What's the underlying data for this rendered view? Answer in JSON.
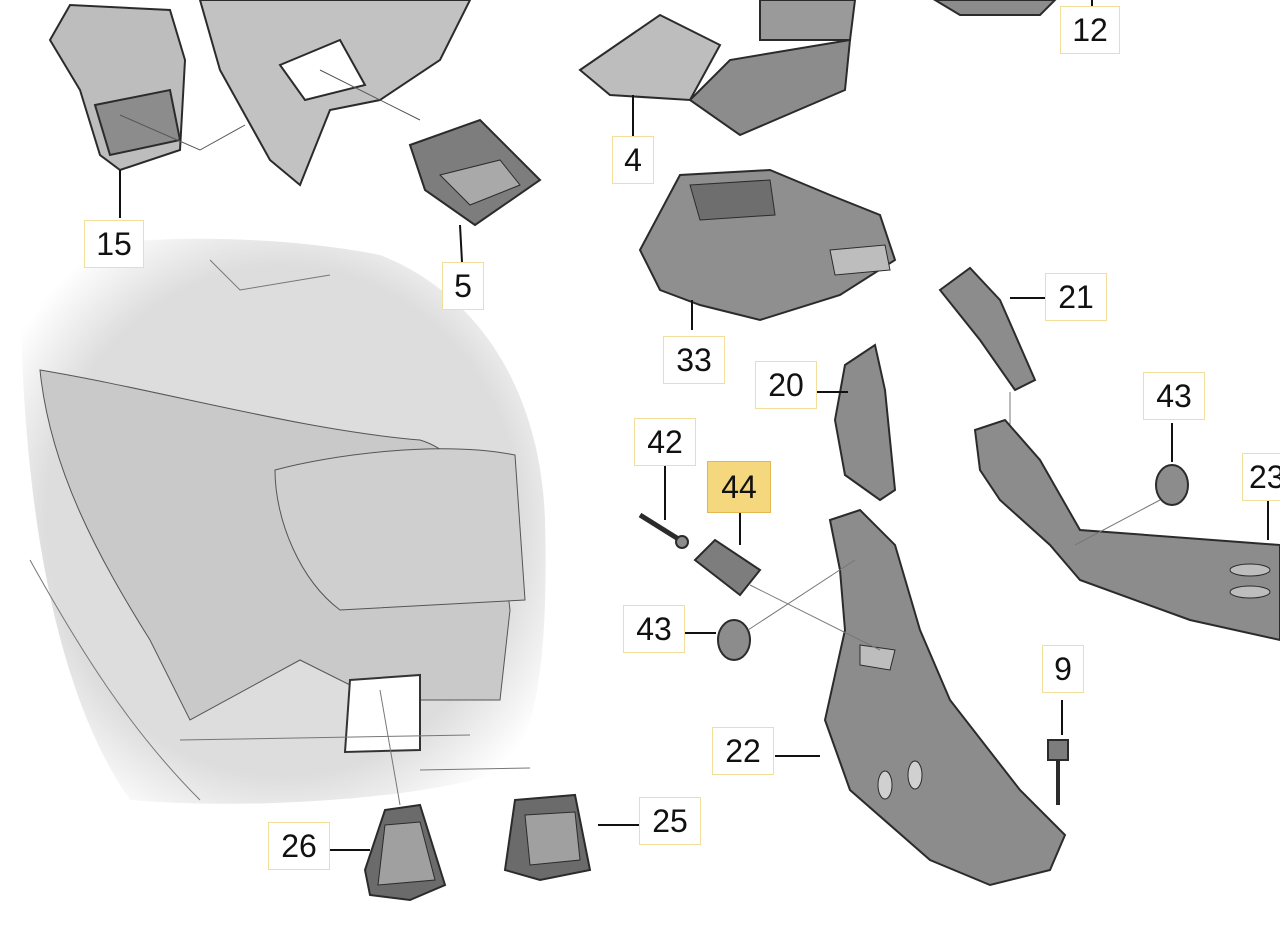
{
  "colors": {
    "part_fill": "#8c8c8c",
    "part_fill_light": "#bcbcbc",
    "part_outline": "#2b2b2b",
    "shadow": "#dedede",
    "label_border": "#f3dd9a",
    "highlight_fill": "#f5d77d"
  },
  "labels": {
    "c12": "12",
    "c4": "4",
    "c15": "15",
    "c5": "5",
    "c33": "33",
    "c21": "21",
    "c20": "20",
    "c43_right": "43",
    "c23": "23",
    "c42": "42",
    "c44": "44",
    "c43_left": "43",
    "c9": "9",
    "c22": "22",
    "c26": "26",
    "c25": "25"
  },
  "selected_part": "44"
}
